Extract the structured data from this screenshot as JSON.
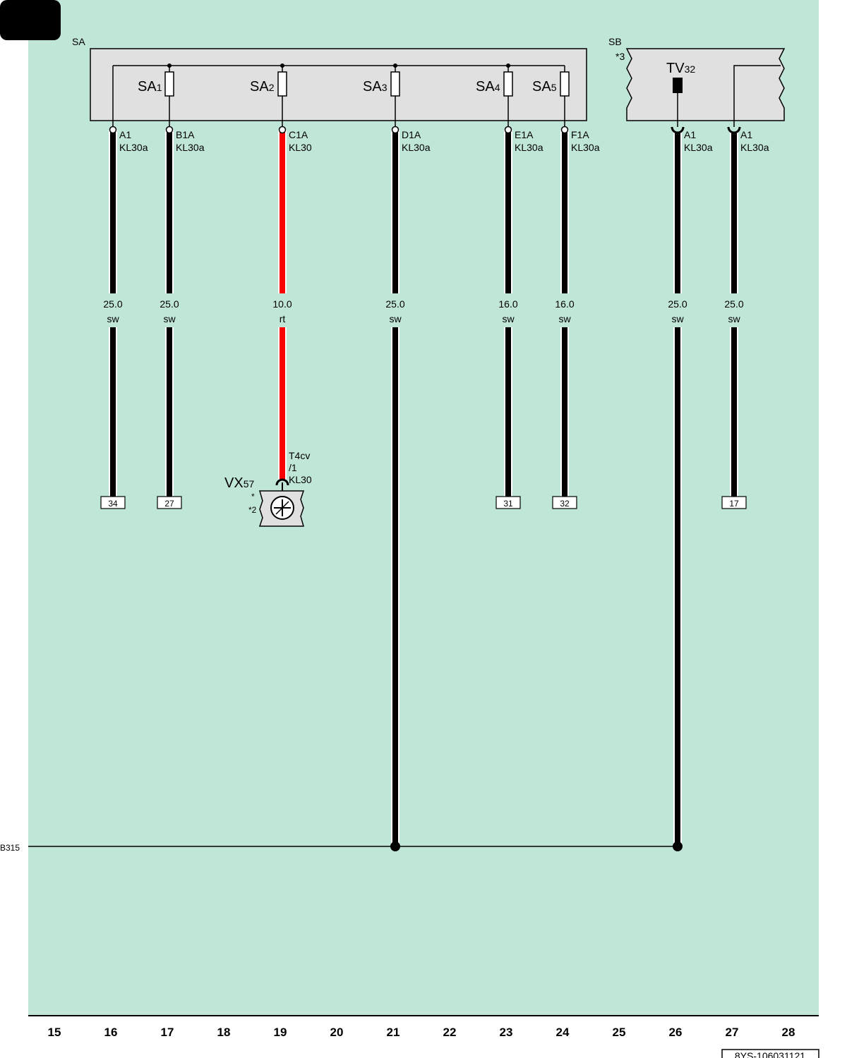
{
  "colors": {
    "background": "#c0e6d8",
    "component": "#e0e0e0",
    "wire_black": "#000000",
    "wire_red": "#ff0000"
  },
  "top_left_badge": {
    "icon": "black-rounded-tab-icon"
  },
  "components": {
    "sa": {
      "label": "SA"
    },
    "sb": {
      "label": "SB",
      "note": "*3"
    },
    "tv32": {
      "name": "TV",
      "sub": "32",
      "icon": "fuse-block-icon"
    },
    "vx57": {
      "name": "VX",
      "sub": "57",
      "notes": [
        "*",
        "*2"
      ],
      "icon": "fan-motor-icon",
      "connector": [
        "T4cv",
        "/1",
        "KL30"
      ]
    }
  },
  "fuses": [
    {
      "name": "SA",
      "sub": "1"
    },
    {
      "name": "SA",
      "sub": "2"
    },
    {
      "name": "SA",
      "sub": "3"
    },
    {
      "name": "SA",
      "sub": "4"
    },
    {
      "name": "SA",
      "sub": "5"
    }
  ],
  "wires": [
    {
      "pin": "A1",
      "terminal": "KL30a",
      "size": "25.0",
      "color": "sw",
      "ref": "34"
    },
    {
      "pin": "B1A",
      "terminal": "KL30a",
      "size": "25.0",
      "color": "sw",
      "ref": "27"
    },
    {
      "pin": "C1A",
      "terminal": "KL30",
      "size": "10.0",
      "color": "rt",
      "ref": ""
    },
    {
      "pin": "D1A",
      "terminal": "KL30a",
      "size": "25.0",
      "color": "sw",
      "ref": ""
    },
    {
      "pin": "E1A",
      "terminal": "KL30a",
      "size": "16.0",
      "color": "sw",
      "ref": "31"
    },
    {
      "pin": "F1A",
      "terminal": "KL30a",
      "size": "16.0",
      "color": "sw",
      "ref": "32"
    },
    {
      "pin": "A1",
      "terminal": "KL30a",
      "size": "25.0",
      "color": "sw",
      "ref": ""
    },
    {
      "pin": "A1",
      "terminal": "KL30a",
      "size": "25.0",
      "color": "sw",
      "ref": "17"
    }
  ],
  "ground_label": "B315",
  "grid_numbers": [
    "15",
    "16",
    "17",
    "18",
    "19",
    "20",
    "21",
    "22",
    "23",
    "24",
    "25",
    "26",
    "27",
    "28"
  ],
  "doc_id": "8YS-106031121"
}
